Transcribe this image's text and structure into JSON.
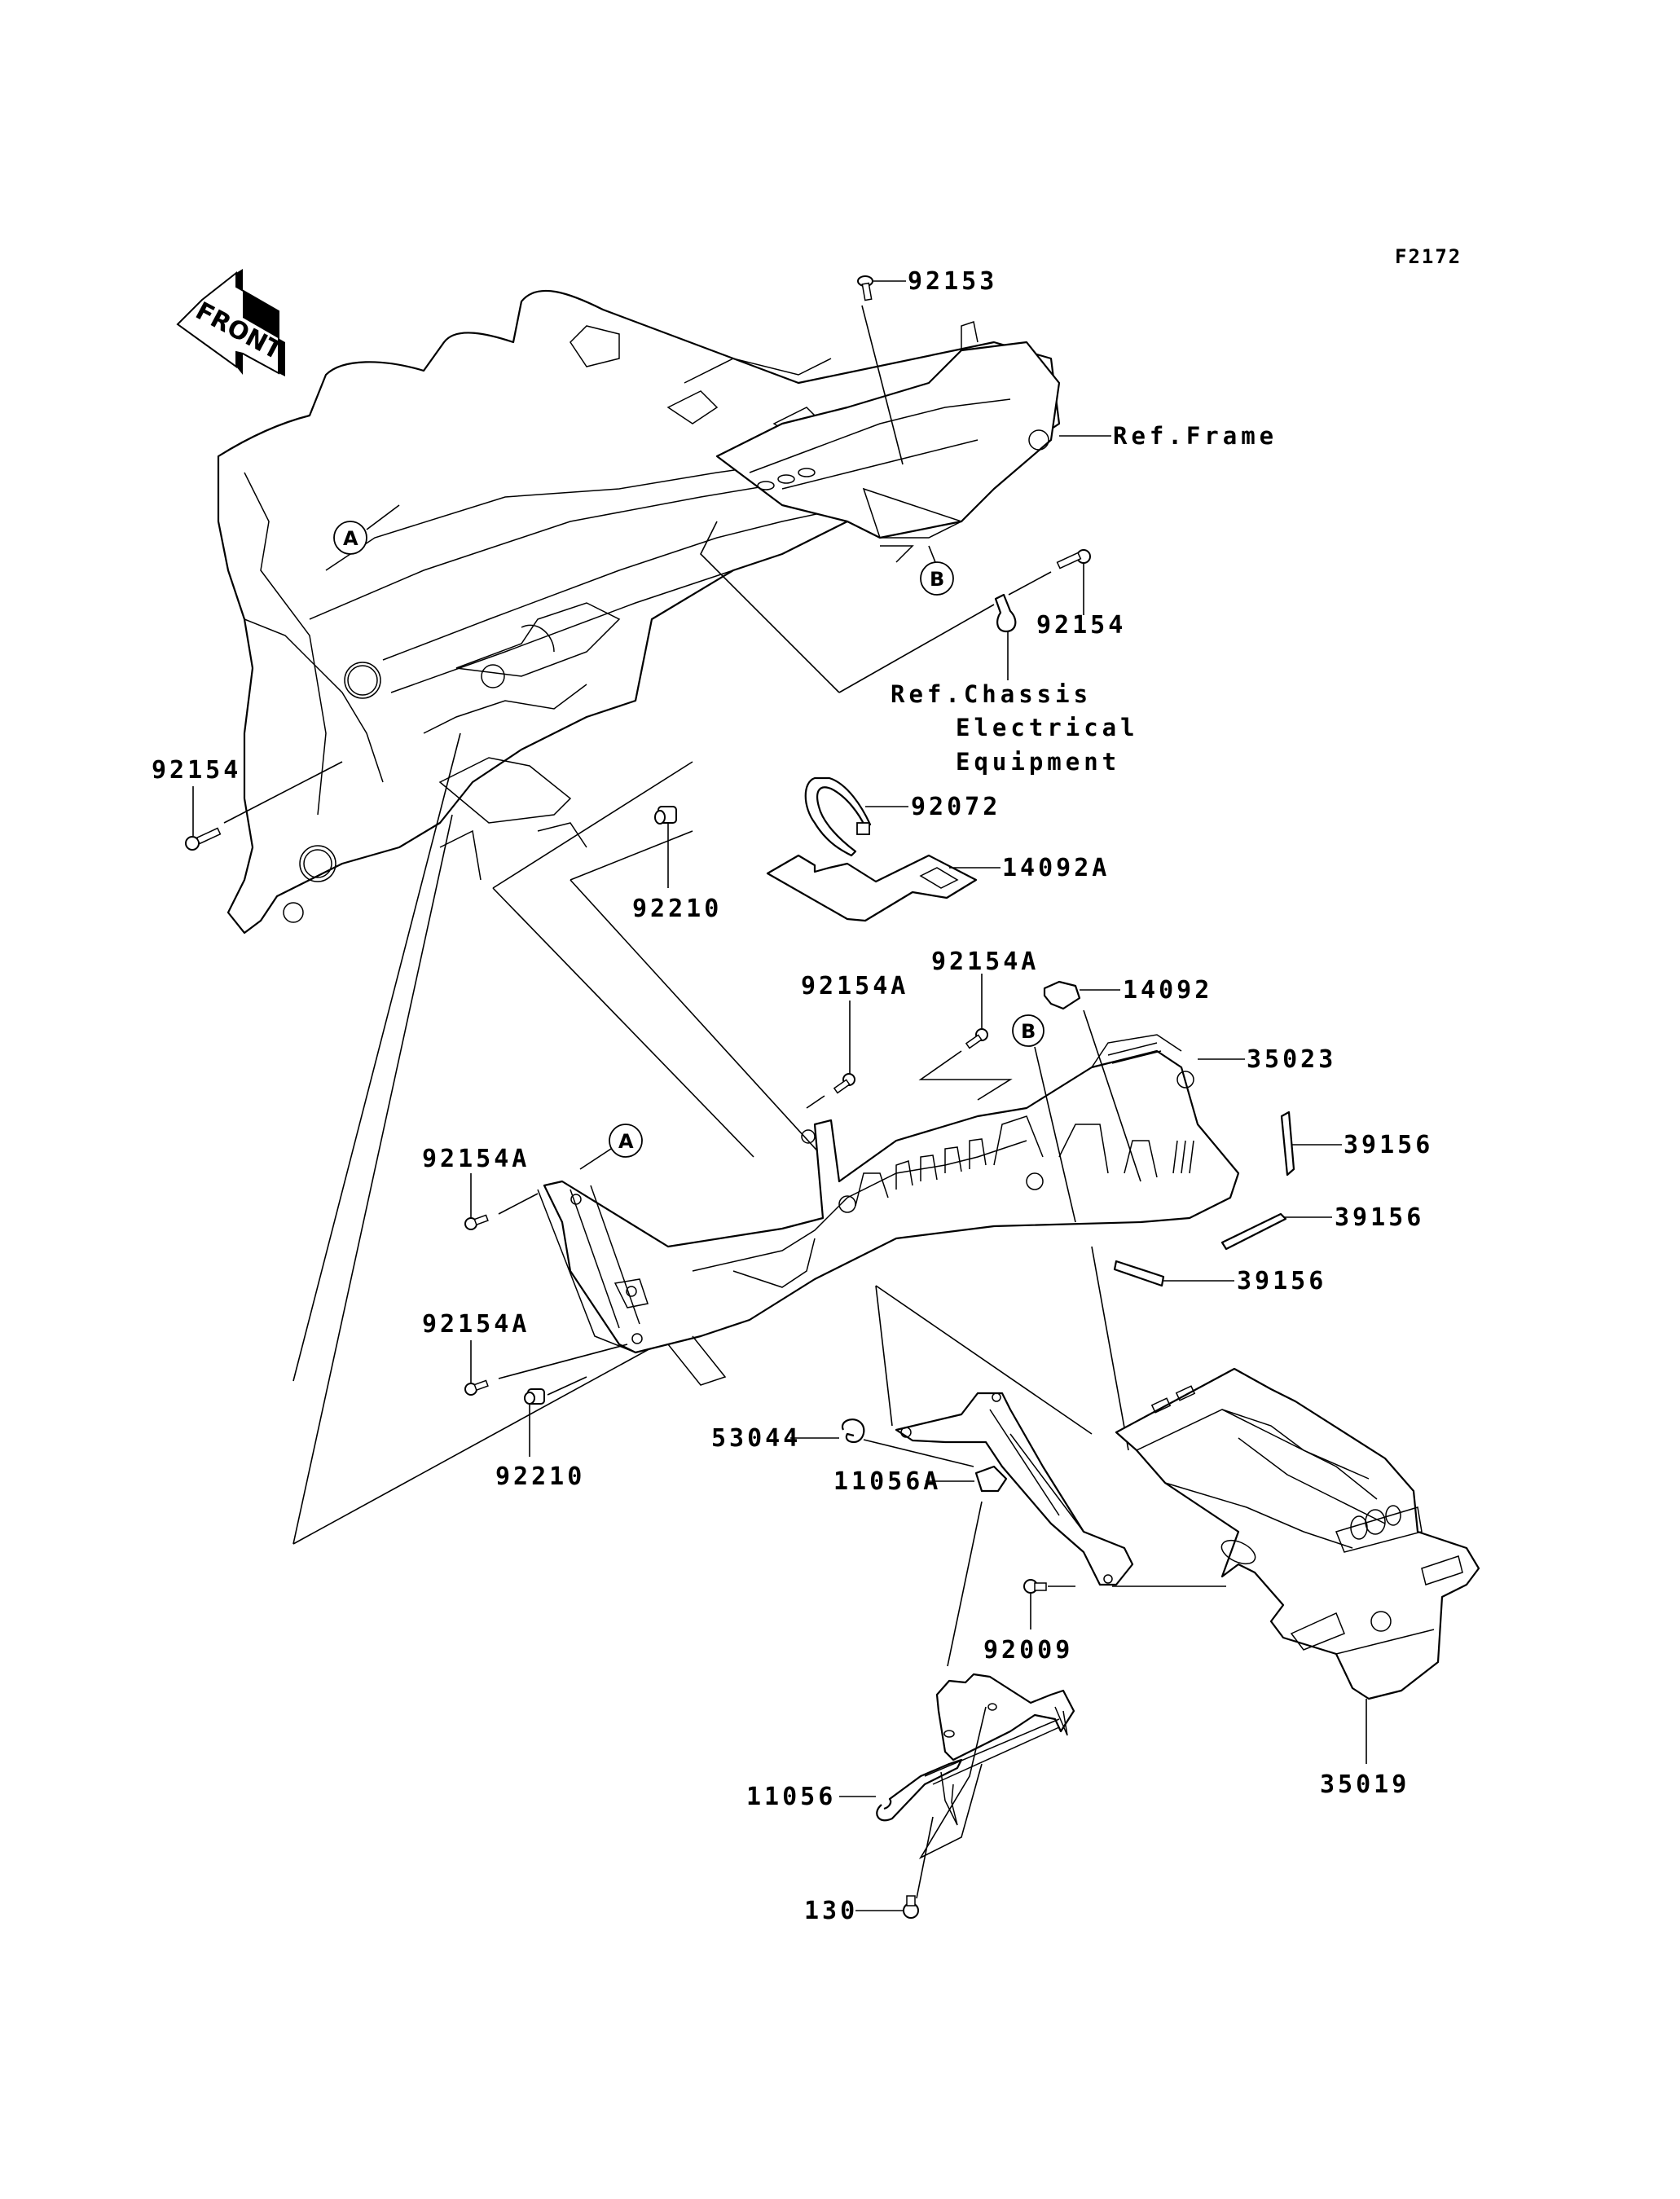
{
  "diagram": {
    "code": "F2172",
    "front_label": "FRONT",
    "refs": {
      "frame": "Ref.Frame",
      "chassis_electrical": [
        "Ref.Chassis",
        "Electrical",
        "Equipment"
      ]
    },
    "circle_markers": {
      "a": "A",
      "b": "B"
    },
    "callouts": [
      {
        "id": "c-92153",
        "label": "92153"
      },
      {
        "id": "c-92154-right",
        "label": "92154"
      },
      {
        "id": "c-92154-left",
        "label": "92154"
      },
      {
        "id": "c-92072",
        "label": "92072"
      },
      {
        "id": "c-14092a",
        "label": "14092A"
      },
      {
        "id": "c-92210-top",
        "label": "92210"
      },
      {
        "id": "c-92154a-1",
        "label": "92154A"
      },
      {
        "id": "c-92154a-2",
        "label": "92154A"
      },
      {
        "id": "c-14092",
        "label": "14092"
      },
      {
        "id": "c-35023",
        "label": "35023"
      },
      {
        "id": "c-39156-1",
        "label": "39156"
      },
      {
        "id": "c-39156-2",
        "label": "39156"
      },
      {
        "id": "c-39156-3",
        "label": "39156"
      },
      {
        "id": "c-92154a-3",
        "label": "92154A"
      },
      {
        "id": "c-92154a-4",
        "label": "92154A"
      },
      {
        "id": "c-92210-bottom",
        "label": "92210"
      },
      {
        "id": "c-53044",
        "label": "53044"
      },
      {
        "id": "c-11056a",
        "label": "11056A"
      },
      {
        "id": "c-92009",
        "label": "92009"
      },
      {
        "id": "c-35019",
        "label": "35019"
      },
      {
        "id": "c-11056",
        "label": "11056"
      },
      {
        "id": "c-130",
        "label": "130"
      }
    ]
  }
}
